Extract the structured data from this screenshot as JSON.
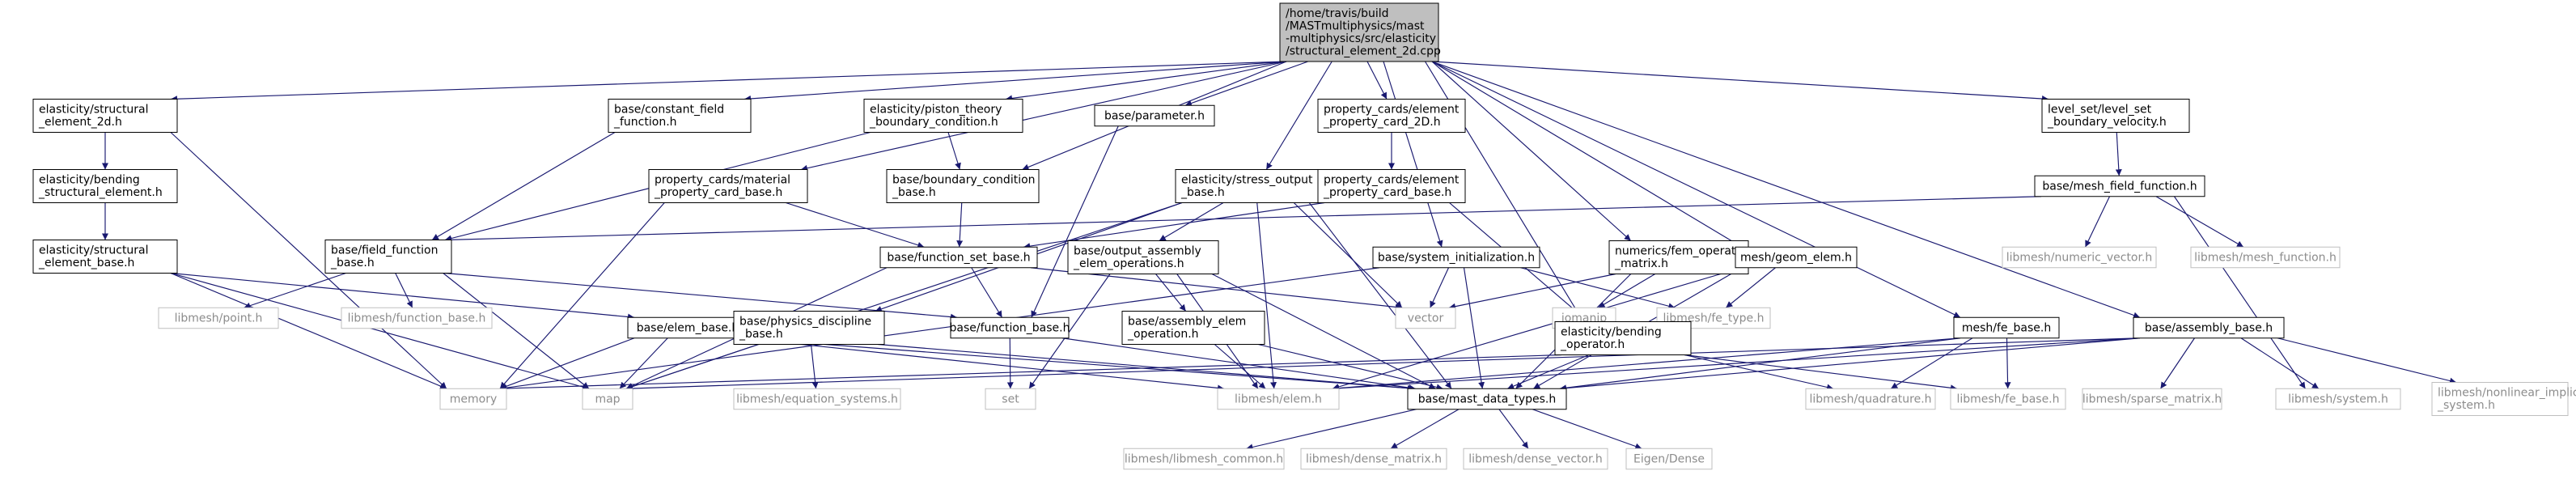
{
  "diagram_title": "",
  "colors": {
    "edge": "#191970",
    "root_fill": "#bfbfbf",
    "node_border": "#000000",
    "external_border": "#bfbfbf",
    "external_text": "#8c8c8c"
  },
  "nodes": [
    {
      "id": "root",
      "kind": "root",
      "lines": [
        "/home/travis/build",
        "/MASTmultiphysics/mast",
        "-multiphysics/src/elasticity",
        "/structural_element_2d.cpp"
      ]
    },
    {
      "id": "el_struct2d",
      "kind": "local",
      "lines": [
        "elasticity/structural",
        "_element_2d.h"
      ]
    },
    {
      "id": "const_field",
      "kind": "local",
      "lines": [
        "base/constant_field",
        "_function.h"
      ]
    },
    {
      "id": "piston",
      "kind": "local",
      "lines": [
        "elasticity/piston_theory",
        "_boundary_condition.h"
      ]
    },
    {
      "id": "parameter",
      "kind": "local",
      "lines": [
        "base/parameter.h"
      ]
    },
    {
      "id": "prop_elem2d",
      "kind": "local",
      "lines": [
        "property_cards/element",
        "_property_card_2D.h"
      ]
    },
    {
      "id": "levelset_vel",
      "kind": "local",
      "lines": [
        "level_set/level_set",
        "_boundary_velocity.h"
      ]
    },
    {
      "id": "bending_struct",
      "kind": "local",
      "lines": [
        "elasticity/bending",
        "_structural_element.h"
      ]
    },
    {
      "id": "prop_mat",
      "kind": "local",
      "lines": [
        "property_cards/material",
        "_property_card_base.h"
      ]
    },
    {
      "id": "bc_base",
      "kind": "local",
      "lines": [
        "base/boundary_condition",
        "_base.h"
      ]
    },
    {
      "id": "stress_out",
      "kind": "local",
      "lines": [
        "elasticity/stress_output",
        "_base.h"
      ]
    },
    {
      "id": "prop_elem_base",
      "kind": "local",
      "lines": [
        "property_cards/element",
        "_property_card_base.h"
      ]
    },
    {
      "id": "mesh_field",
      "kind": "local",
      "lines": [
        "base/mesh_field_function.h"
      ]
    },
    {
      "id": "struct_elem_base",
      "kind": "local",
      "lines": [
        "elasticity/structural",
        "_element_base.h"
      ]
    },
    {
      "id": "field_func",
      "kind": "local",
      "lines": [
        "base/field_function",
        "_base.h"
      ]
    },
    {
      "id": "func_set",
      "kind": "local",
      "lines": [
        "base/function_set_base.h"
      ]
    },
    {
      "id": "out_assembly",
      "kind": "local",
      "lines": [
        "base/output_assembly",
        "_elem_operations.h"
      ]
    },
    {
      "id": "sys_init",
      "kind": "local",
      "lines": [
        "base/system_initialization.h"
      ]
    },
    {
      "id": "fem_op",
      "kind": "local",
      "lines": [
        "numerics/fem_operator",
        "_matrix.h"
      ]
    },
    {
      "id": "geom_elem",
      "kind": "local",
      "lines": [
        "mesh/geom_elem.h"
      ]
    },
    {
      "id": "lm_numvec",
      "kind": "ext",
      "lines": [
        "libmesh/numeric_vector.h"
      ]
    },
    {
      "id": "lm_meshfunc",
      "kind": "ext",
      "lines": [
        "libmesh/mesh_function.h"
      ]
    },
    {
      "id": "lm_point",
      "kind": "ext",
      "lines": [
        "libmesh/point.h"
      ]
    },
    {
      "id": "lm_funcbase",
      "kind": "ext",
      "lines": [
        "libmesh/function_base.h"
      ]
    },
    {
      "id": "elem_base",
      "kind": "local",
      "lines": [
        "base/elem_base.h"
      ]
    },
    {
      "id": "phys_disc",
      "kind": "local",
      "lines": [
        "base/physics_discipline",
        "_base.h"
      ]
    },
    {
      "id": "func_base",
      "kind": "local",
      "lines": [
        "base/function_base.h"
      ]
    },
    {
      "id": "assembly_elem",
      "kind": "local",
      "lines": [
        "base/assembly_elem",
        "_operation.h"
      ]
    },
    {
      "id": "vector",
      "kind": "ext",
      "lines": [
        "vector"
      ]
    },
    {
      "id": "iomanip",
      "kind": "ext",
      "lines": [
        "iomanip"
      ]
    },
    {
      "id": "lm_fetype",
      "kind": "ext",
      "lines": [
        "libmesh/fe_type.h"
      ]
    },
    {
      "id": "bend_op",
      "kind": "local",
      "lines": [
        "elasticity/bending",
        "_operator.h"
      ]
    },
    {
      "id": "fe_base",
      "kind": "local",
      "lines": [
        "mesh/fe_base.h"
      ]
    },
    {
      "id": "assembly_base",
      "kind": "local",
      "lines": [
        "base/assembly_base.h"
      ]
    },
    {
      "id": "memory",
      "kind": "ext",
      "lines": [
        "memory"
      ]
    },
    {
      "id": "map",
      "kind": "ext",
      "lines": [
        "map"
      ]
    },
    {
      "id": "lm_eqsys",
      "kind": "ext",
      "lines": [
        "libmesh/equation_systems.h"
      ]
    },
    {
      "id": "set",
      "kind": "ext",
      "lines": [
        "set"
      ]
    },
    {
      "id": "lm_elem",
      "kind": "ext",
      "lines": [
        "libmesh/elem.h"
      ]
    },
    {
      "id": "mast_types",
      "kind": "local",
      "lines": [
        "base/mast_data_types.h"
      ]
    },
    {
      "id": "lm_quad",
      "kind": "ext",
      "lines": [
        "libmesh/quadrature.h"
      ]
    },
    {
      "id": "lm_febase",
      "kind": "ext",
      "lines": [
        "libmesh/fe_base.h"
      ]
    },
    {
      "id": "lm_sparse",
      "kind": "ext",
      "lines": [
        "libmesh/sparse_matrix.h"
      ]
    },
    {
      "id": "lm_system",
      "kind": "ext",
      "lines": [
        "libmesh/system.h"
      ]
    },
    {
      "id": "lm_nonlin",
      "kind": "ext",
      "lines": [
        "libmesh/nonlinear_implicit",
        "_system.h"
      ]
    },
    {
      "id": "lm_common",
      "kind": "ext",
      "lines": [
        "libmesh/libmesh_common.h"
      ]
    },
    {
      "id": "lm_densemat",
      "kind": "ext",
      "lines": [
        "libmesh/dense_matrix.h"
      ]
    },
    {
      "id": "lm_densevec",
      "kind": "ext",
      "lines": [
        "libmesh/dense_vector.h"
      ]
    },
    {
      "id": "eigen",
      "kind": "ext",
      "lines": [
        "Eigen/Dense"
      ]
    }
  ],
  "edges": [
    [
      "root",
      "el_struct2d"
    ],
    [
      "root",
      "const_field"
    ],
    [
      "root",
      "piston"
    ],
    [
      "root",
      "parameter"
    ],
    [
      "root",
      "prop_elem2d"
    ],
    [
      "root",
      "levelset_vel"
    ],
    [
      "root",
      "prop_mat"
    ],
    [
      "root",
      "bc_base"
    ],
    [
      "root",
      "stress_out"
    ],
    [
      "root",
      "sys_init"
    ],
    [
      "root",
      "fem_op"
    ],
    [
      "root",
      "geom_elem"
    ],
    [
      "root",
      "bend_op"
    ],
    [
      "root",
      "fe_base"
    ],
    [
      "root",
      "assembly_base"
    ],
    [
      "el_struct2d",
      "bending_struct"
    ],
    [
      "el_struct2d",
      "memory"
    ],
    [
      "bending_struct",
      "struct_elem_base"
    ],
    [
      "struct_elem_base",
      "elem_base"
    ],
    [
      "struct_elem_base",
      "memory"
    ],
    [
      "struct_elem_base",
      "map"
    ],
    [
      "const_field",
      "field_func"
    ],
    [
      "piston",
      "bc_base"
    ],
    [
      "piston",
      "field_func"
    ],
    [
      "parameter",
      "func_base"
    ],
    [
      "prop_elem2d",
      "prop_elem_base"
    ],
    [
      "levelset_vel",
      "mesh_field"
    ],
    [
      "mesh_field",
      "field_func"
    ],
    [
      "mesh_field",
      "lm_numvec"
    ],
    [
      "mesh_field",
      "lm_meshfunc"
    ],
    [
      "mesh_field",
      "lm_system"
    ],
    [
      "prop_mat",
      "func_set"
    ],
    [
      "prop_mat",
      "memory"
    ],
    [
      "bc_base",
      "func_set"
    ],
    [
      "stress_out",
      "out_assembly"
    ],
    [
      "stress_out",
      "phys_disc"
    ],
    [
      "stress_out",
      "map"
    ],
    [
      "stress_out",
      "vector"
    ],
    [
      "stress_out",
      "lm_elem"
    ],
    [
      "stress_out",
      "mast_types"
    ],
    [
      "prop_elem_base",
      "func_set"
    ],
    [
      "prop_elem_base",
      "bend_op"
    ],
    [
      "field_func",
      "func_base"
    ],
    [
      "field_func",
      "lm_point"
    ],
    [
      "field_func",
      "lm_funcbase"
    ],
    [
      "field_func",
      "map"
    ],
    [
      "func_set",
      "func_base"
    ],
    [
      "func_set",
      "map"
    ],
    [
      "func_set",
      "vector"
    ],
    [
      "out_assembly",
      "assembly_elem"
    ],
    [
      "out_assembly",
      "set"
    ],
    [
      "out_assembly",
      "lm_elem"
    ],
    [
      "out_assembly",
      "mast_types"
    ],
    [
      "sys_init",
      "vector"
    ],
    [
      "sys_init",
      "lm_fetype"
    ],
    [
      "sys_init",
      "mast_types"
    ],
    [
      "sys_init",
      "memory"
    ],
    [
      "fem_op",
      "vector"
    ],
    [
      "fem_op",
      "iomanip"
    ],
    [
      "fem_op",
      "mast_types"
    ],
    [
      "geom_elem",
      "lm_fetype"
    ],
    [
      "geom_elem",
      "mast_types"
    ],
    [
      "geom_elem",
      "lm_elem"
    ],
    [
      "elem_base",
      "memory"
    ],
    [
      "elem_base",
      "map"
    ],
    [
      "elem_base",
      "lm_elem"
    ],
    [
      "elem_base",
      "mast_types"
    ],
    [
      "phys_disc",
      "map"
    ],
    [
      "phys_disc",
      "lm_eqsys"
    ],
    [
      "phys_disc",
      "mast_types"
    ],
    [
      "func_base",
      "set"
    ],
    [
      "func_base",
      "mast_types"
    ],
    [
      "assembly_elem",
      "lm_elem"
    ],
    [
      "assembly_elem",
      "mast_types"
    ],
    [
      "bend_op",
      "memory"
    ],
    [
      "bend_op",
      "mast_types"
    ],
    [
      "bend_op",
      "lm_quad"
    ],
    [
      "bend_op",
      "lm_febase"
    ],
    [
      "fe_base",
      "mast_types"
    ],
    [
      "fe_base",
      "lm_quad"
    ],
    [
      "fe_base",
      "lm_febase"
    ],
    [
      "fe_base",
      "lm_elem"
    ],
    [
      "assembly_base",
      "map"
    ],
    [
      "assembly_base",
      "mast_types"
    ],
    [
      "assembly_base",
      "lm_sparse"
    ],
    [
      "assembly_base",
      "lm_system"
    ],
    [
      "assembly_base",
      "lm_nonlin"
    ],
    [
      "assembly_base",
      "lm_elem"
    ],
    [
      "mast_types",
      "lm_common"
    ],
    [
      "mast_types",
      "lm_densemat"
    ],
    [
      "mast_types",
      "lm_densevec"
    ],
    [
      "mast_types",
      "eigen"
    ]
  ]
}
